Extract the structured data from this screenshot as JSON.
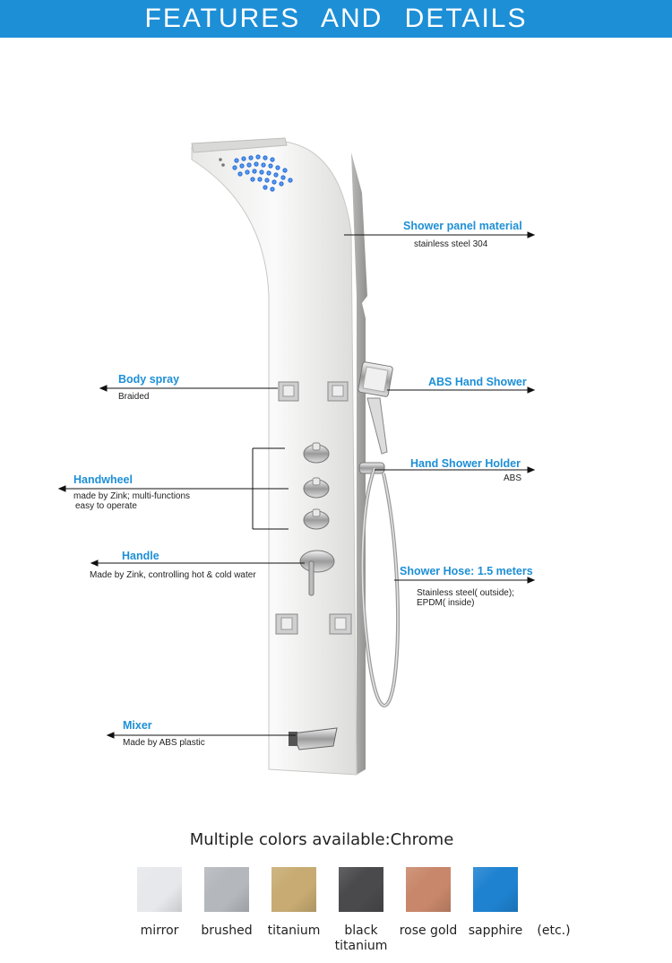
{
  "header": {
    "title": "FEATURES  AND  DETAILS"
  },
  "callouts": {
    "panel_material": {
      "title": "Shower panel material",
      "desc": "stainless steel 304"
    },
    "body_spray": {
      "title": "Body spray",
      "desc": "Braided"
    },
    "abs_hand_shower": {
      "title": "ABS Hand Shower"
    },
    "handwheel": {
      "title": "Handwheel",
      "desc_line1": "made by Zink;  multi-functions",
      "desc_line2": "easy to operate"
    },
    "hand_shower_holder": {
      "title": "Hand Shower Holder",
      "desc": "ABS"
    },
    "handle": {
      "title": "Handle",
      "desc": "Made by Zink, controlling hot & cold water"
    },
    "shower_hose": {
      "title": "Shower Hose: 1.5 meters",
      "desc_line1": "Stainless steel( outside);",
      "desc_line2": "EPDM( inside)"
    },
    "mixer": {
      "title": "Mixer",
      "desc": "Made by ABS plastic"
    }
  },
  "colors": {
    "title": "Multiple colors available:Chrome",
    "swatches": [
      {
        "label": "mirror",
        "color": "#e6e8ec"
      },
      {
        "label": "brushed",
        "color": "#b4b7bc"
      },
      {
        "label": "titanium",
        "color": "#c7ab72"
      },
      {
        "label": "black titanium",
        "color": "#4a4a4c"
      },
      {
        "label": "rose gold",
        "color": "#c8876a"
      },
      {
        "label": "sapphire",
        "color": "#1e82d0"
      }
    ],
    "etc": "(etc.)"
  }
}
